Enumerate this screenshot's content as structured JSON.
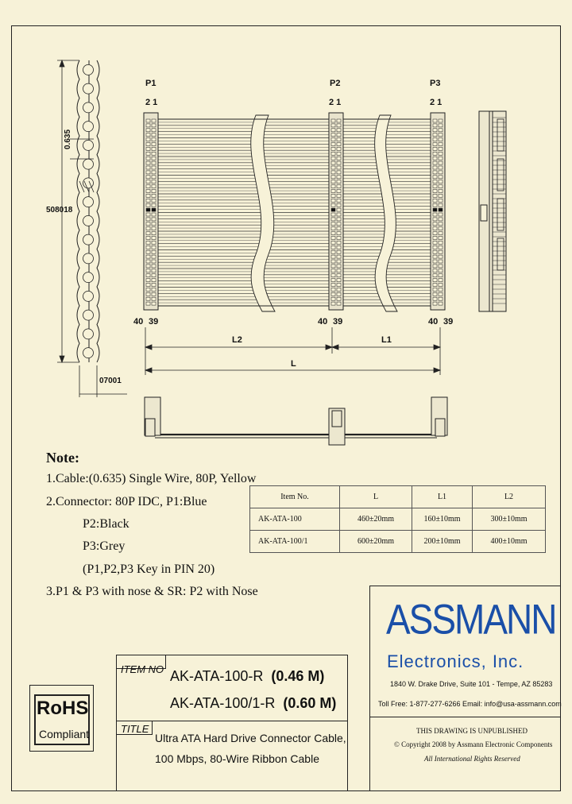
{
  "drawing": {
    "pitch_label": "0.635",
    "overall_width_label": "508018",
    "thickness_label": "07001",
    "connectors": [
      {
        "name": "P1",
        "pin_top": "2 1",
        "pin_bottom_left": "40",
        "pin_bottom_right": "39"
      },
      {
        "name": "P2",
        "pin_top": "2 1",
        "pin_bottom_left": "40",
        "pin_bottom_right": "39"
      },
      {
        "name": "P3",
        "pin_top": "2 1",
        "pin_bottom_left": "40",
        "pin_bottom_right": "39"
      }
    ],
    "dim_l2": "L2",
    "dim_l1": "L1",
    "dim_l": "L"
  },
  "notes": {
    "title": "Note:",
    "lines": [
      "1.Cable:(0.635) Single Wire, 80P, Yellow",
      "2.Connector: 80P IDC, P1:Blue",
      "P2:Black",
      "P3:Grey",
      "(P1,P2,P3 Key in PIN 20)",
      "3.P1 & P3 with nose & SR: P2 with Nose"
    ]
  },
  "item_table": {
    "headers": [
      "Item No.",
      "L",
      "L1",
      "L2"
    ],
    "rows": [
      [
        "AK-ATA-100",
        "460±20mm",
        "160±10mm",
        "300±10mm"
      ],
      [
        "AK-ATA-100/1",
        "600±20mm",
        "200±10mm",
        "400±10mm"
      ]
    ]
  },
  "company": {
    "name": "ASSMANN",
    "sub": "Electronics, Inc.",
    "address": "1840 W. Drake Drive, Suite 101 - Tempe, AZ 85283",
    "contact": "Toll Free: 1-877-277-6266   Email: info@usa-assmann.com",
    "notice1": "THIS DRAWING IS UNPUBLISHED",
    "notice2": "Copyright 2008 by Assmann Electronic Components",
    "notice3": "All International Rights Reserved"
  },
  "rohs": {
    "big": "RoHS",
    "small": "Compliant"
  },
  "title_block": {
    "item_no_label": "ITEM NO",
    "item_1": "AK-ATA-100-R",
    "item_1_len": "(0.46 M)",
    "item_2": "AK-ATA-100/1-R",
    "item_2_len": "(0.60 M)",
    "title_label": "TITLE",
    "title_1": "Ultra ATA Hard Drive Connector Cable,",
    "title_2": "100 Mbps, 80-Wire Ribbon Cable"
  }
}
